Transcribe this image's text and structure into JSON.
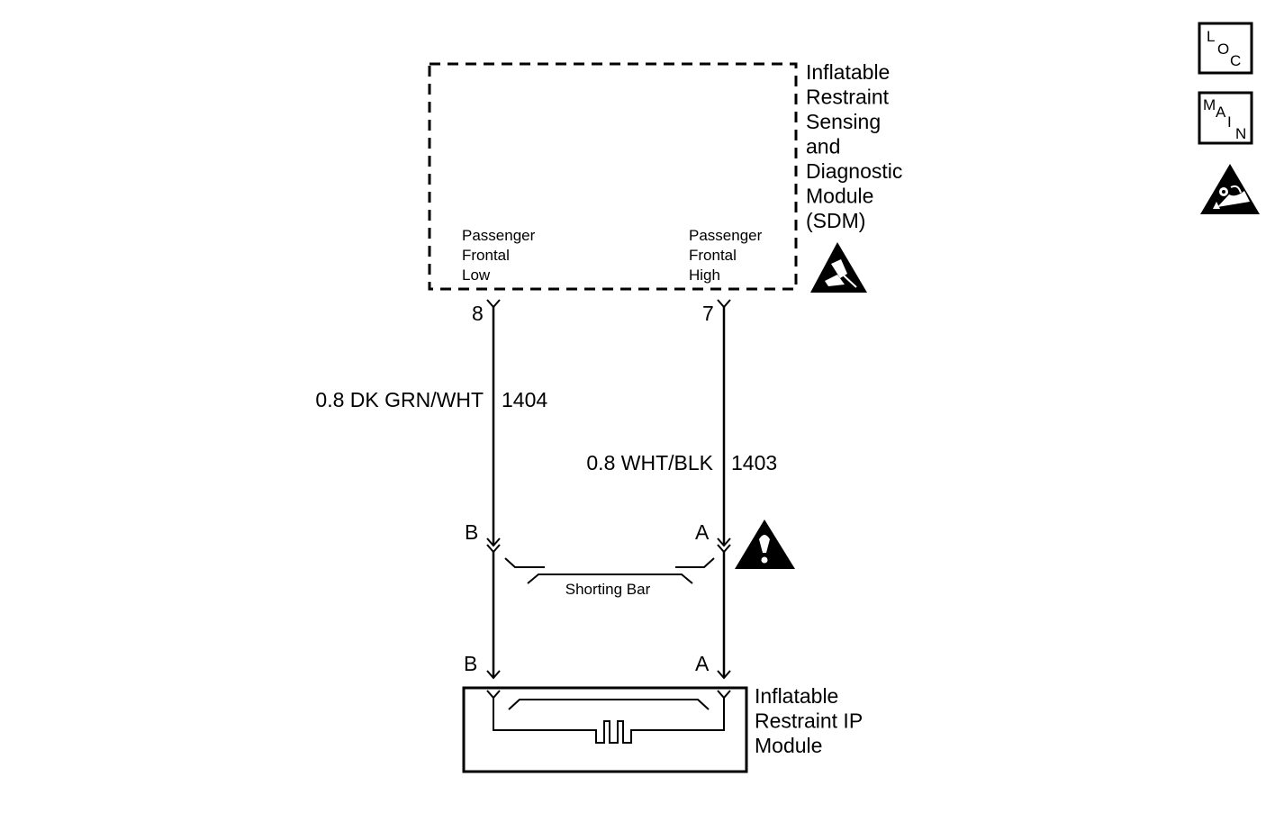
{
  "sdm": {
    "name_lines": [
      "Inflatable",
      "Restraint",
      "Sensing",
      "and",
      "Diagnostic",
      "Module",
      "(SDM)"
    ],
    "pin_low_lines": [
      "Passenger",
      "Frontal",
      "Low"
    ],
    "pin_high_lines": [
      "Passenger",
      "Frontal",
      "High"
    ],
    "pin_low_number": "8",
    "pin_high_number": "7"
  },
  "wires": {
    "low_spec": "0.8 DK GRN/WHT",
    "low_circuit": "1404",
    "high_spec": "0.8 WHT/BLK",
    "high_circuit": "1403"
  },
  "connector": {
    "upper_b": "B",
    "upper_a": "A",
    "shorting_bar": "Shorting Bar",
    "lower_b": "B",
    "lower_a": "A"
  },
  "ip_module": {
    "name_lines": [
      "Inflatable",
      "Restraint IP",
      "Module"
    ]
  },
  "badges": {
    "loc": [
      "L",
      "O",
      "C"
    ],
    "main": [
      "M",
      "A",
      "I",
      "N"
    ]
  },
  "icons": [
    "loc-badge-icon",
    "main-badge-icon",
    "airbag-warning-icon",
    "esd-sensitive-icon",
    "caution-warning-icon"
  ]
}
